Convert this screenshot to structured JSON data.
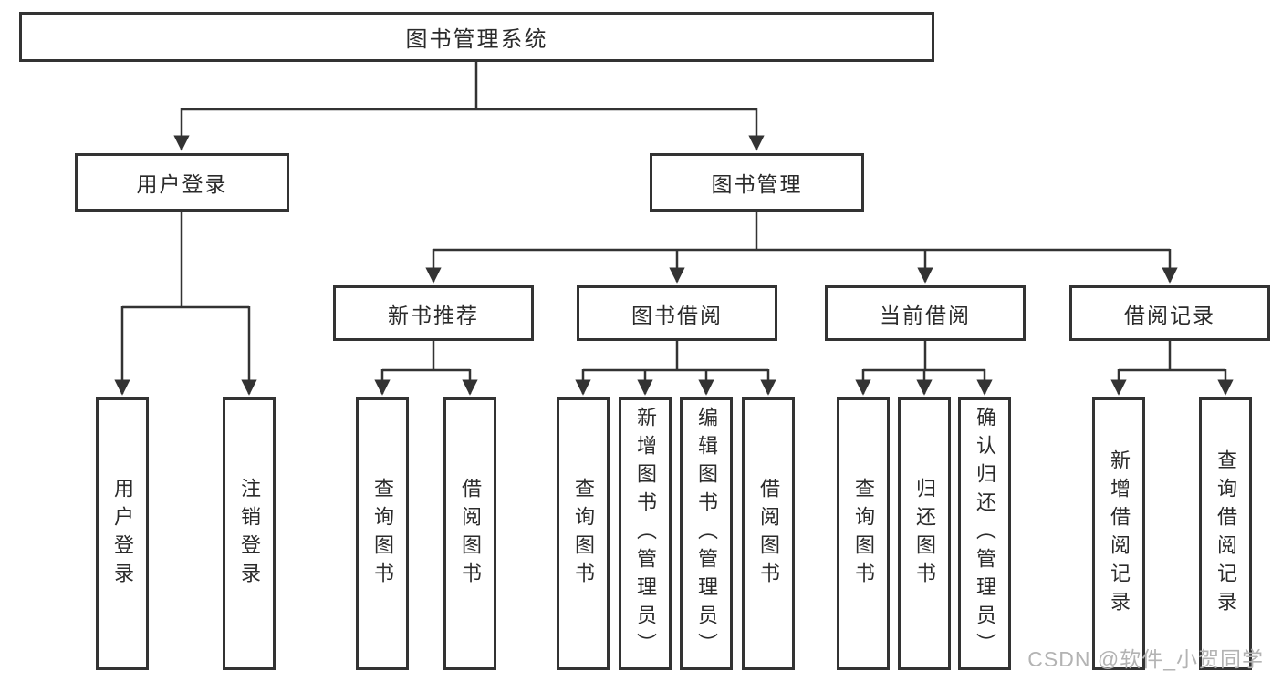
{
  "diagram": {
    "root": "图书管理系统",
    "level1": [
      {
        "label": "用户登录",
        "children": [
          "用户登录",
          "注销登录"
        ]
      },
      {
        "label": "图书管理",
        "subgroups": [
          {
            "label": "新书推荐",
            "children": [
              "查询图书",
              "借阅图书"
            ]
          },
          {
            "label": "图书借阅",
            "children": [
              "查询图书",
              "新增图书（管理员）",
              "编辑图书（管理员）",
              "借阅图书"
            ]
          },
          {
            "label": "当前借阅",
            "children": [
              "查询图书",
              "归还图书",
              "确认归还（管理员）"
            ]
          },
          {
            "label": "借阅记录",
            "children": [
              "新增借阅记录",
              "查询借阅记录"
            ]
          }
        ]
      }
    ]
  },
  "watermark": "CSDN @软件_小贺同学",
  "colors": {
    "line": "#333333",
    "border": "#333333",
    "text": "#2b2b2b",
    "background": "#ffffff",
    "watermark": "#b3b3b3"
  }
}
